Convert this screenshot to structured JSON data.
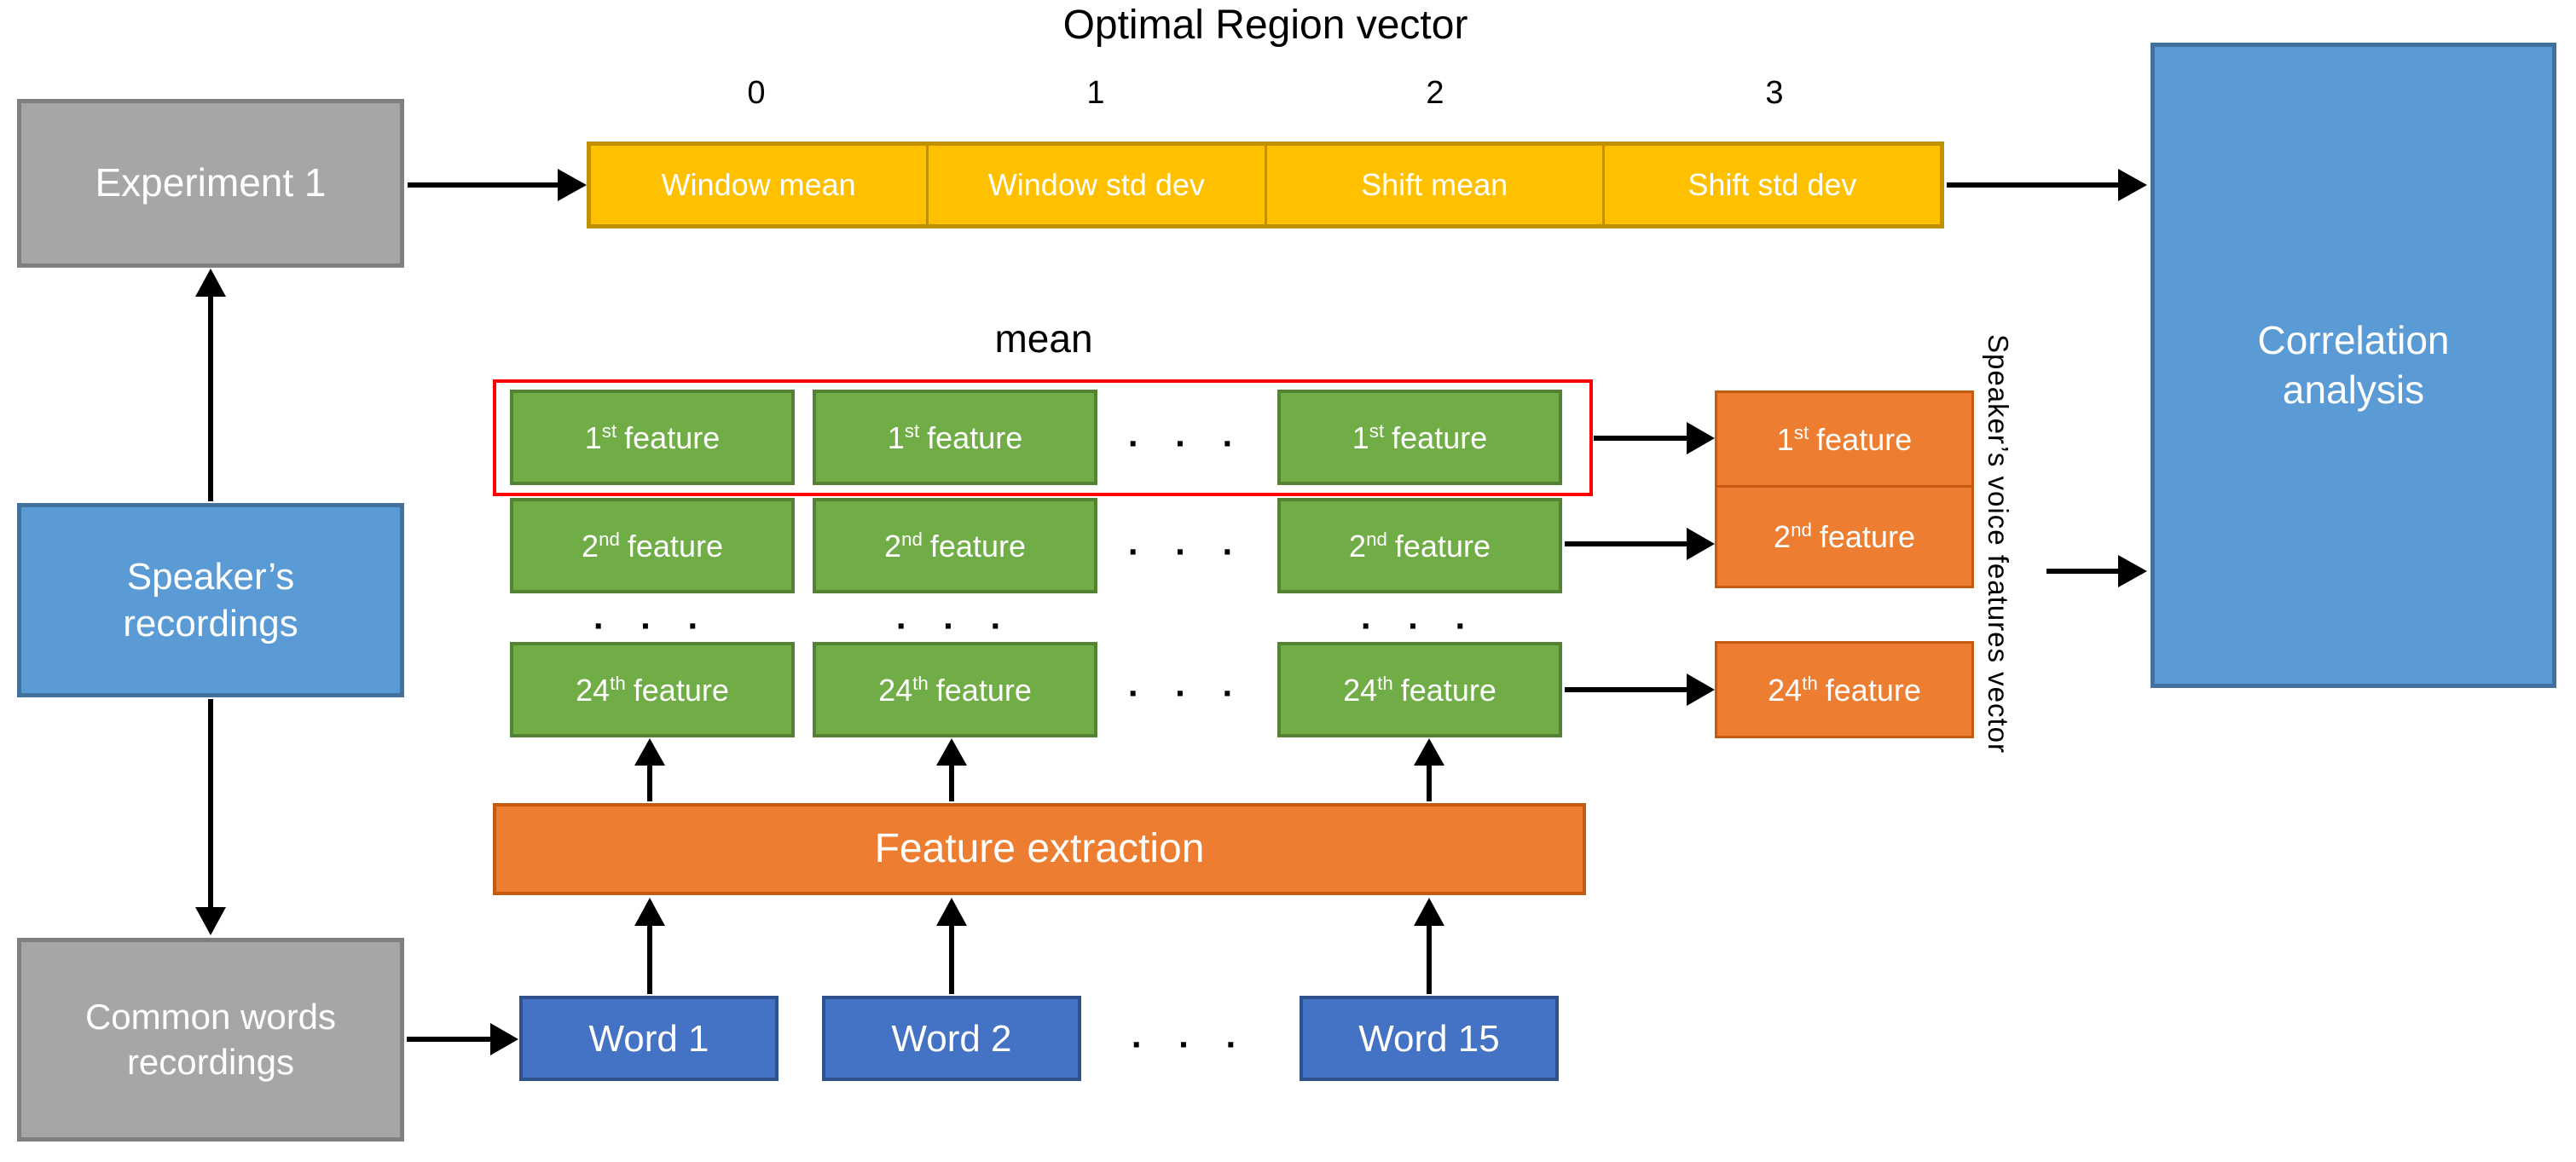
{
  "title": "Optimal Region vector",
  "mean_label": "mean",
  "vector_label": "Speaker’s voice features vector",
  "ellipsis": ". . .",
  "region_vector": {
    "indices": [
      "0",
      "1",
      "2",
      "3"
    ],
    "cells": [
      "Window mean",
      "Window std dev",
      "Shift mean",
      "Shift std dev"
    ]
  },
  "left_column": {
    "experiment": "Experiment 1",
    "speaker_line1": "Speaker’s",
    "speaker_line2": "recordings",
    "common_line1": "Common words",
    "common_line2": "recordings"
  },
  "correlation": {
    "line1": "Correlation",
    "line2": "analysis"
  },
  "features": {
    "rows": [
      {
        "ord": "1",
        "sup": "st",
        "word": "feature"
      },
      {
        "ord": "2",
        "sup": "nd",
        "word": "feature"
      },
      {
        "ord": "24",
        "sup": "th",
        "word": "feature"
      }
    ]
  },
  "feature_extraction": "Feature extraction",
  "words": [
    {
      "label": "Word 1"
    },
    {
      "label": "Word 2"
    },
    {
      "label": "Word 15"
    }
  ],
  "colors": {
    "yellow_fill": "#FFC000",
    "yellow_border": "#BF9000",
    "green_fill": "#70AD47",
    "green_border": "#548235",
    "orange_fill": "#ED7D31",
    "orange_border": "#C55A11",
    "word_blue_fill": "#4472C4",
    "word_blue_border": "#2F528F",
    "light_blue_fill": "#5B9BD5",
    "light_blue_border": "#41719C",
    "gray_fill": "#A6A6A6",
    "gray_border": "#7F7F7F",
    "highlight_red": "#FF0000",
    "arrow_black": "#000000"
  }
}
